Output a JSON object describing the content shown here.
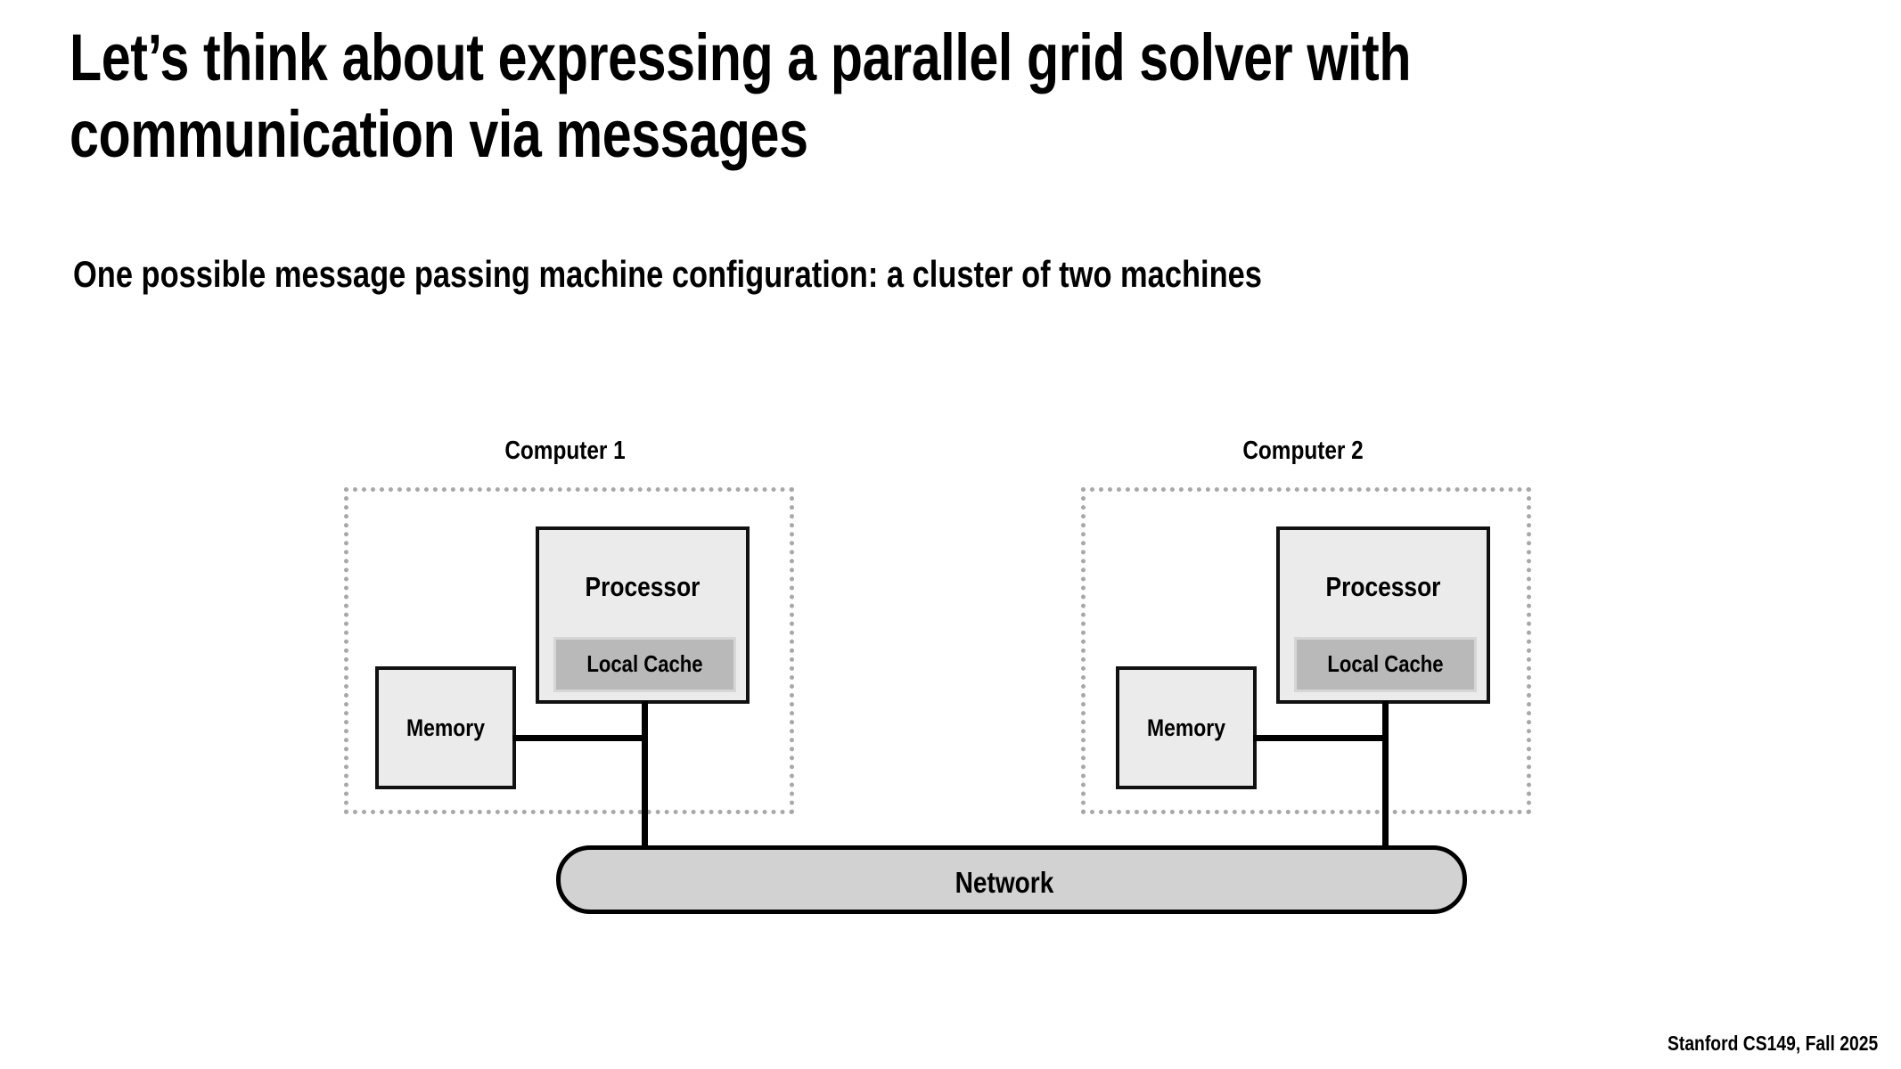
{
  "slide": {
    "title": "Let’s think about expressing a parallel grid solver with communication via messages",
    "subtitle": "One possible message passing machine configuration: a cluster of two machines",
    "footer": "Stanford CS149, Fall 2025"
  },
  "diagram": {
    "network_label": "Network",
    "machines": [
      {
        "label": "Computer 1",
        "processor_label": "Processor",
        "cache_label": "Local Cache",
        "memory_label": "Memory"
      },
      {
        "label": "Computer 2",
        "processor_label": "Processor",
        "cache_label": "Local Cache",
        "memory_label": "Memory"
      }
    ]
  },
  "colors": {
    "background": "#ffffff",
    "text": "#000000",
    "box_fill": "#ebebeb",
    "box_border": "#111111",
    "cache_fill": "#b9b9b9",
    "cache_border": "#d6d6d6",
    "machine_border": "#a8a8a8",
    "network_fill": "#d2d2d2",
    "wire": "#000000"
  }
}
